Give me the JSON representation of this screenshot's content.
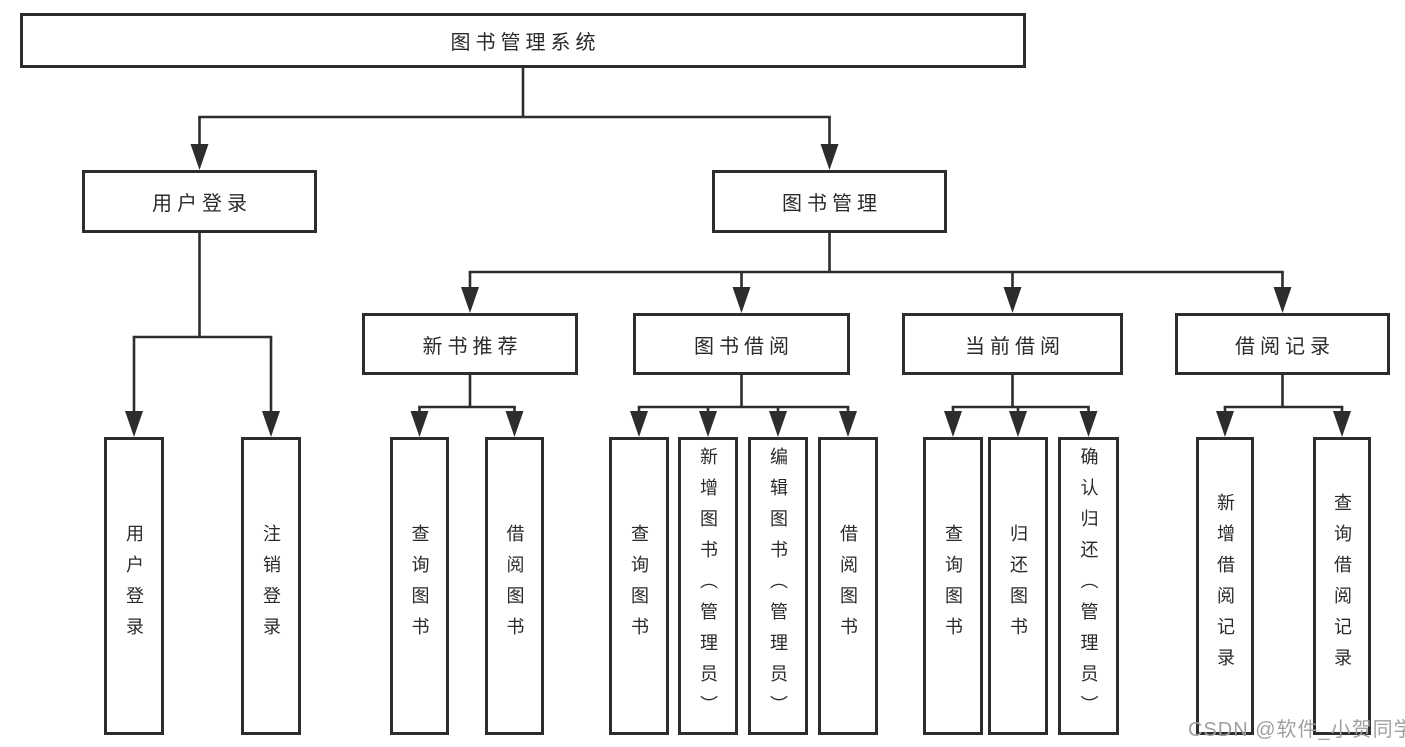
{
  "tree": {
    "label": "图书管理系统",
    "children": [
      {
        "label": "用户登录",
        "children": [
          {
            "label": "用户登录"
          },
          {
            "label": "注销登录"
          }
        ]
      },
      {
        "label": "图书管理",
        "children": [
          {
            "label": "新书推荐",
            "children": [
              {
                "label": "查询图书"
              },
              {
                "label": "借阅图书"
              }
            ]
          },
          {
            "label": "图书借阅",
            "children": [
              {
                "label": "查询图书"
              },
              {
                "label": "新增图书（管理员）"
              },
              {
                "label": "编辑图书（管理员）"
              },
              {
                "label": "借阅图书"
              }
            ]
          },
          {
            "label": "当前借阅",
            "children": [
              {
                "label": "查询图书"
              },
              {
                "label": "归还图书"
              },
              {
                "label": "确认归还（管理员）"
              }
            ]
          },
          {
            "label": "借阅记录",
            "children": [
              {
                "label": "新增借阅记录"
              },
              {
                "label": "查询借阅记录"
              }
            ]
          }
        ]
      }
    ]
  },
  "watermark": "CSDN @软件_小贺同学",
  "colors": {
    "line": "#2d2d2d",
    "text": "#2a2a2a",
    "watermark": "#a0a0a0",
    "background": "#ffffff"
  }
}
